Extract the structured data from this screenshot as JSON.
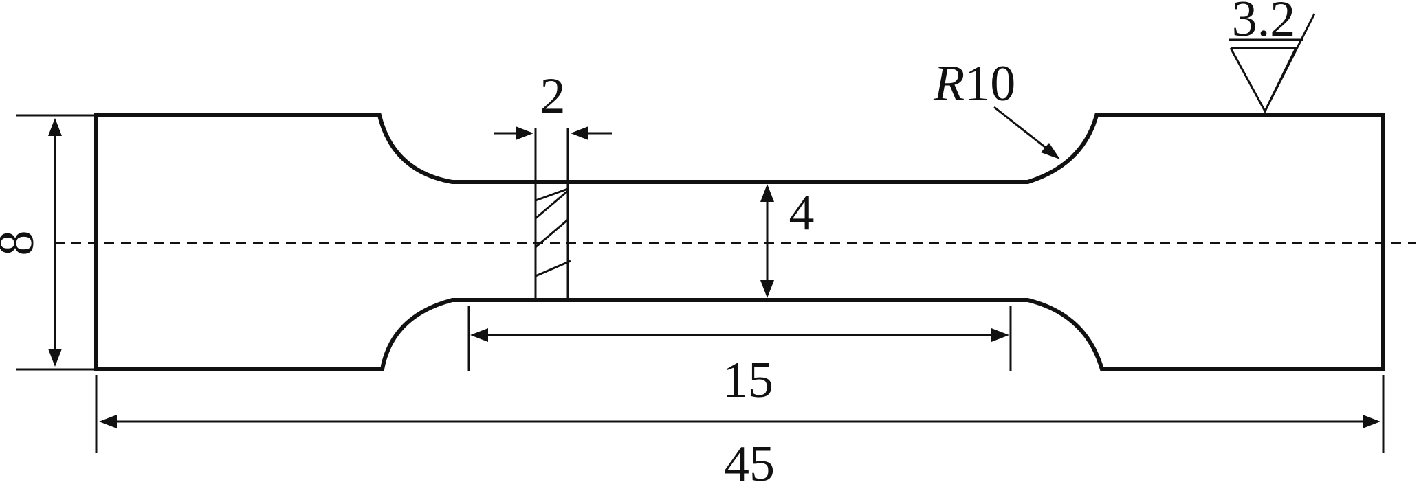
{
  "drawing": {
    "overall_length": "45",
    "grip_height": "8",
    "gauge_width": "4",
    "gauge_length": "15",
    "section_width": "2",
    "fillet_radius_prefix": "R",
    "fillet_radius_value": "10",
    "surface_roughness": "3.2"
  },
  "colors": {
    "line": "#111111",
    "background": "#ffffff"
  }
}
